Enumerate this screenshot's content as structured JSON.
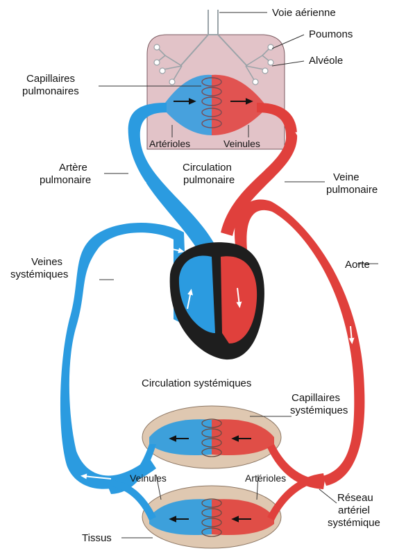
{
  "labels": {
    "voie_aerienne": "Voie aérienne",
    "poumons": "Poumons",
    "alveole": "Alvéole",
    "capillaires_pulmonaires": [
      "Capillaires",
      "pulmonaires"
    ],
    "arterioles_top": "Artérioles",
    "veinules_top": "Veinules",
    "artere_pulmonaire": [
      "Artère",
      "pulmonaire"
    ],
    "circulation_pulmonaire": [
      "Circulation",
      "pulmonaire"
    ],
    "veine_pulmonaire": [
      "Veine",
      "pulmonaire"
    ],
    "veines_systemiques": [
      "Veines",
      "systémiques"
    ],
    "aorte": "Aorte",
    "circulation_systemiques": "Circulation systémiques",
    "capillaires_systemiques": [
      "Capillaires",
      "systémiques"
    ],
    "veinules_bottom": "Veinules",
    "arterioles_bottom": "Artérioles",
    "reseau": [
      "Réseau",
      "artériel",
      "systémique"
    ],
    "tissus": "Tissus"
  },
  "colors": {
    "venous": "#2b9be0",
    "arterial": "#e0403c",
    "heart": "#1e1e1e",
    "lung": "#e2c3c8",
    "tissue": "#dfc8b1",
    "airway": "#dfe6ea"
  }
}
